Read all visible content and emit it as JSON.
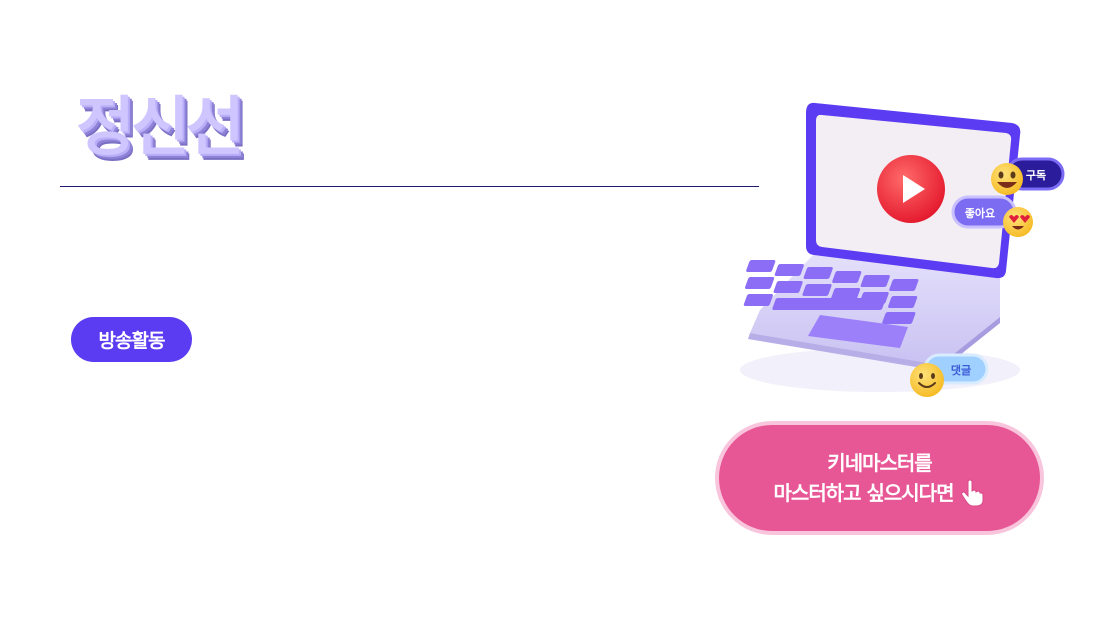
{
  "page": {
    "title": "정신선",
    "category_label": "방송활동"
  },
  "illustration": {
    "bubbles": {
      "subscribe": "구독",
      "like": "좋아요",
      "comment": "댓글"
    },
    "icons": [
      "laptop-icon",
      "play-icon",
      "grin-emoji-icon",
      "heart-eyes-emoji-icon",
      "smile-emoji-icon"
    ]
  },
  "cta": {
    "line1": "키네마스터를",
    "line2": "마스터하고 싶으시다면"
  },
  "colors": {
    "accent_purple": "#5b3cf2",
    "title_lavender": "#cfc5ff",
    "cta_pink": "#e85795",
    "divider": "#1f1a6e"
  }
}
